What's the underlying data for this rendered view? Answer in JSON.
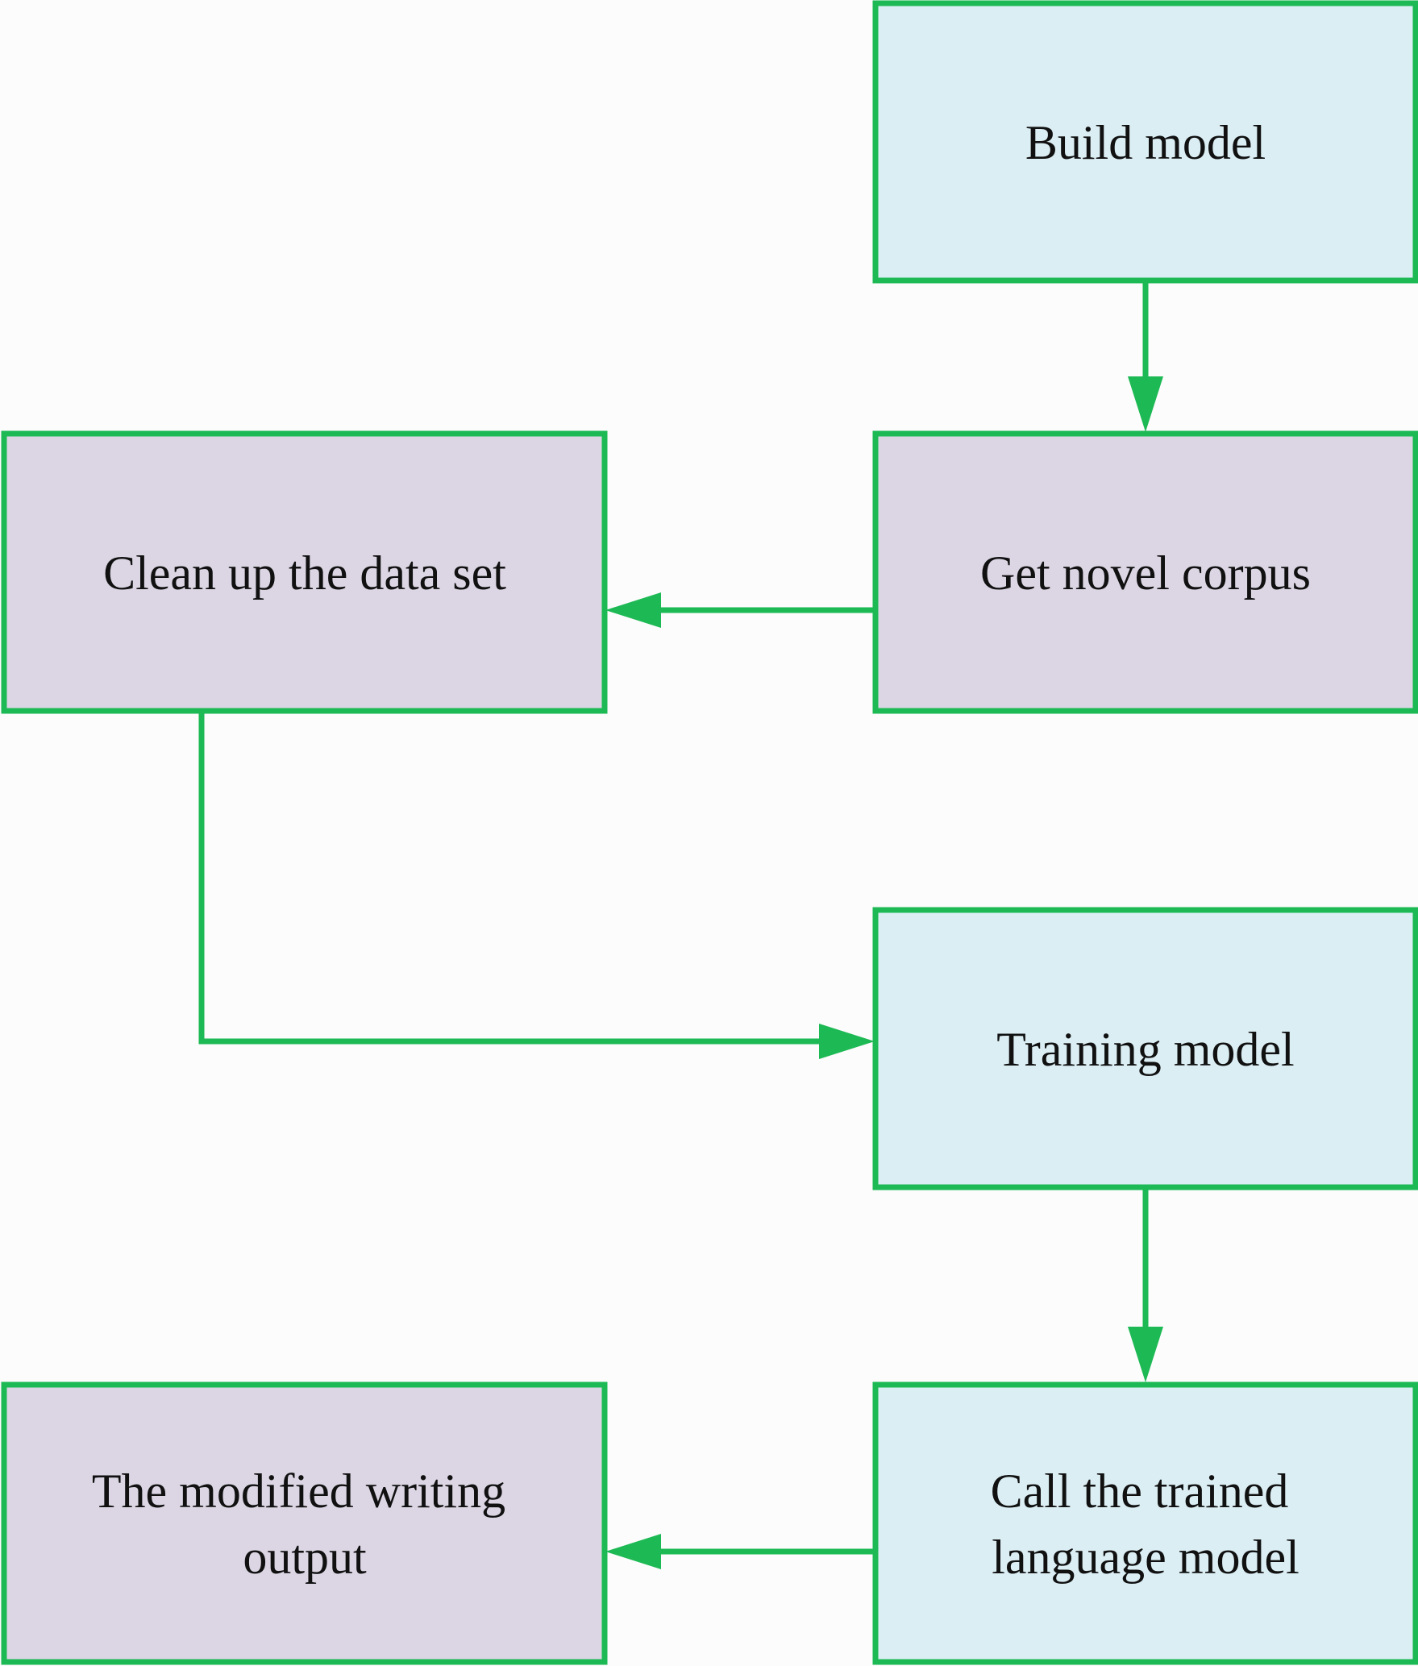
{
  "colors": {
    "background": "#fcfcfc",
    "border": "#1db954",
    "arrow": "#1db954",
    "blue_fill": "#dbeef4",
    "purple_fill": "#dcd6e4",
    "text": "#111111"
  },
  "nodes": {
    "build_model": {
      "lines": [
        "Build model"
      ],
      "fill": "blue"
    },
    "get_novel_corpus": {
      "lines": [
        "Get novel corpus"
      ],
      "fill": "purple"
    },
    "clean_up_data_set": {
      "lines": [
        "Clean up the data set"
      ],
      "fill": "purple"
    },
    "training_model": {
      "lines": [
        "Training model"
      ],
      "fill": "blue"
    },
    "call_trained_model": {
      "lines": [
        "Call the trained",
        "language model"
      ],
      "fill": "blue"
    },
    "modified_writing_output": {
      "lines": [
        "The modified writing",
        "output"
      ],
      "fill": "purple"
    }
  },
  "edges": [
    {
      "from": "build_model",
      "to": "get_novel_corpus"
    },
    {
      "from": "get_novel_corpus",
      "to": "clean_up_data_set"
    },
    {
      "from": "clean_up_data_set",
      "to": "training_model"
    },
    {
      "from": "training_model",
      "to": "call_trained_model"
    },
    {
      "from": "call_trained_model",
      "to": "modified_writing_output"
    }
  ]
}
